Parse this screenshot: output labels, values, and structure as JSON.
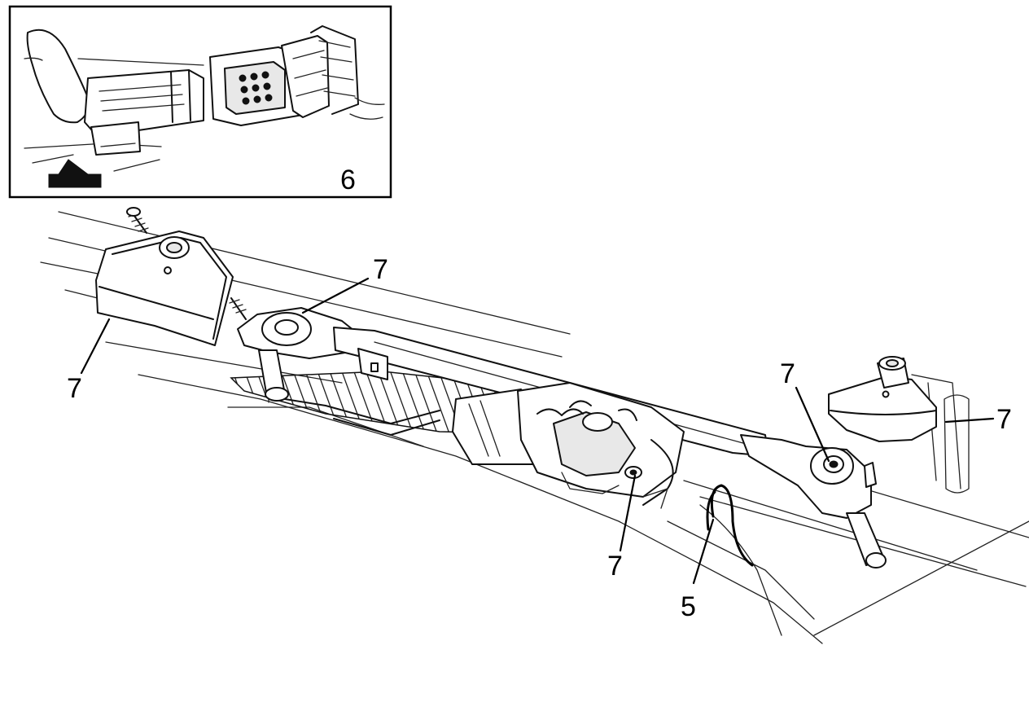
{
  "inset": {
    "label": "6"
  },
  "callouts": [
    {
      "id": "bracket-left",
      "label": "7"
    },
    {
      "id": "pivot-left",
      "label": "7"
    },
    {
      "id": "motor-bolt",
      "label": "7"
    },
    {
      "id": "pivot-right",
      "label": "7"
    },
    {
      "id": "bracket-right",
      "label": "7"
    },
    {
      "id": "hose",
      "label": "5"
    }
  ]
}
